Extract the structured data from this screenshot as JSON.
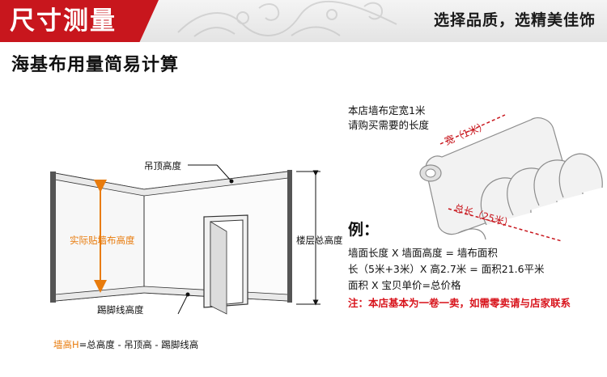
{
  "header": {
    "title": "尺寸测量",
    "slogan": "选择品质，选精美佳饰",
    "accent_color": "#c8161d"
  },
  "section_title": "海基布用量简易计算",
  "diagram": {
    "ceiling_label": "吊顶高度",
    "wall_height_label": "实际贴墙布高度",
    "total_height_label": "楼层总高度",
    "baseboard_label": "踢脚线高度",
    "formula_key": "墙高H",
    "formula_rest": "=总高度 - 吊顶高 - 踢脚线高"
  },
  "roll": {
    "line1": "本店墙布定宽1米",
    "line2": "请购买需要的长度",
    "width_label": "宽（1米）",
    "length_label": "总长（25米）"
  },
  "example": {
    "title": "例：",
    "line1": "墙面长度 X 墙面高度 = 墙布面积",
    "line2": "长（5米+3米）X 高2.7米 = 面积21.6平米",
    "line3": "面积 X 宝贝单价=总价格",
    "note": "注：本店基本为一卷一卖，如需零卖请与店家联系",
    "note_color": "#d8141c"
  }
}
